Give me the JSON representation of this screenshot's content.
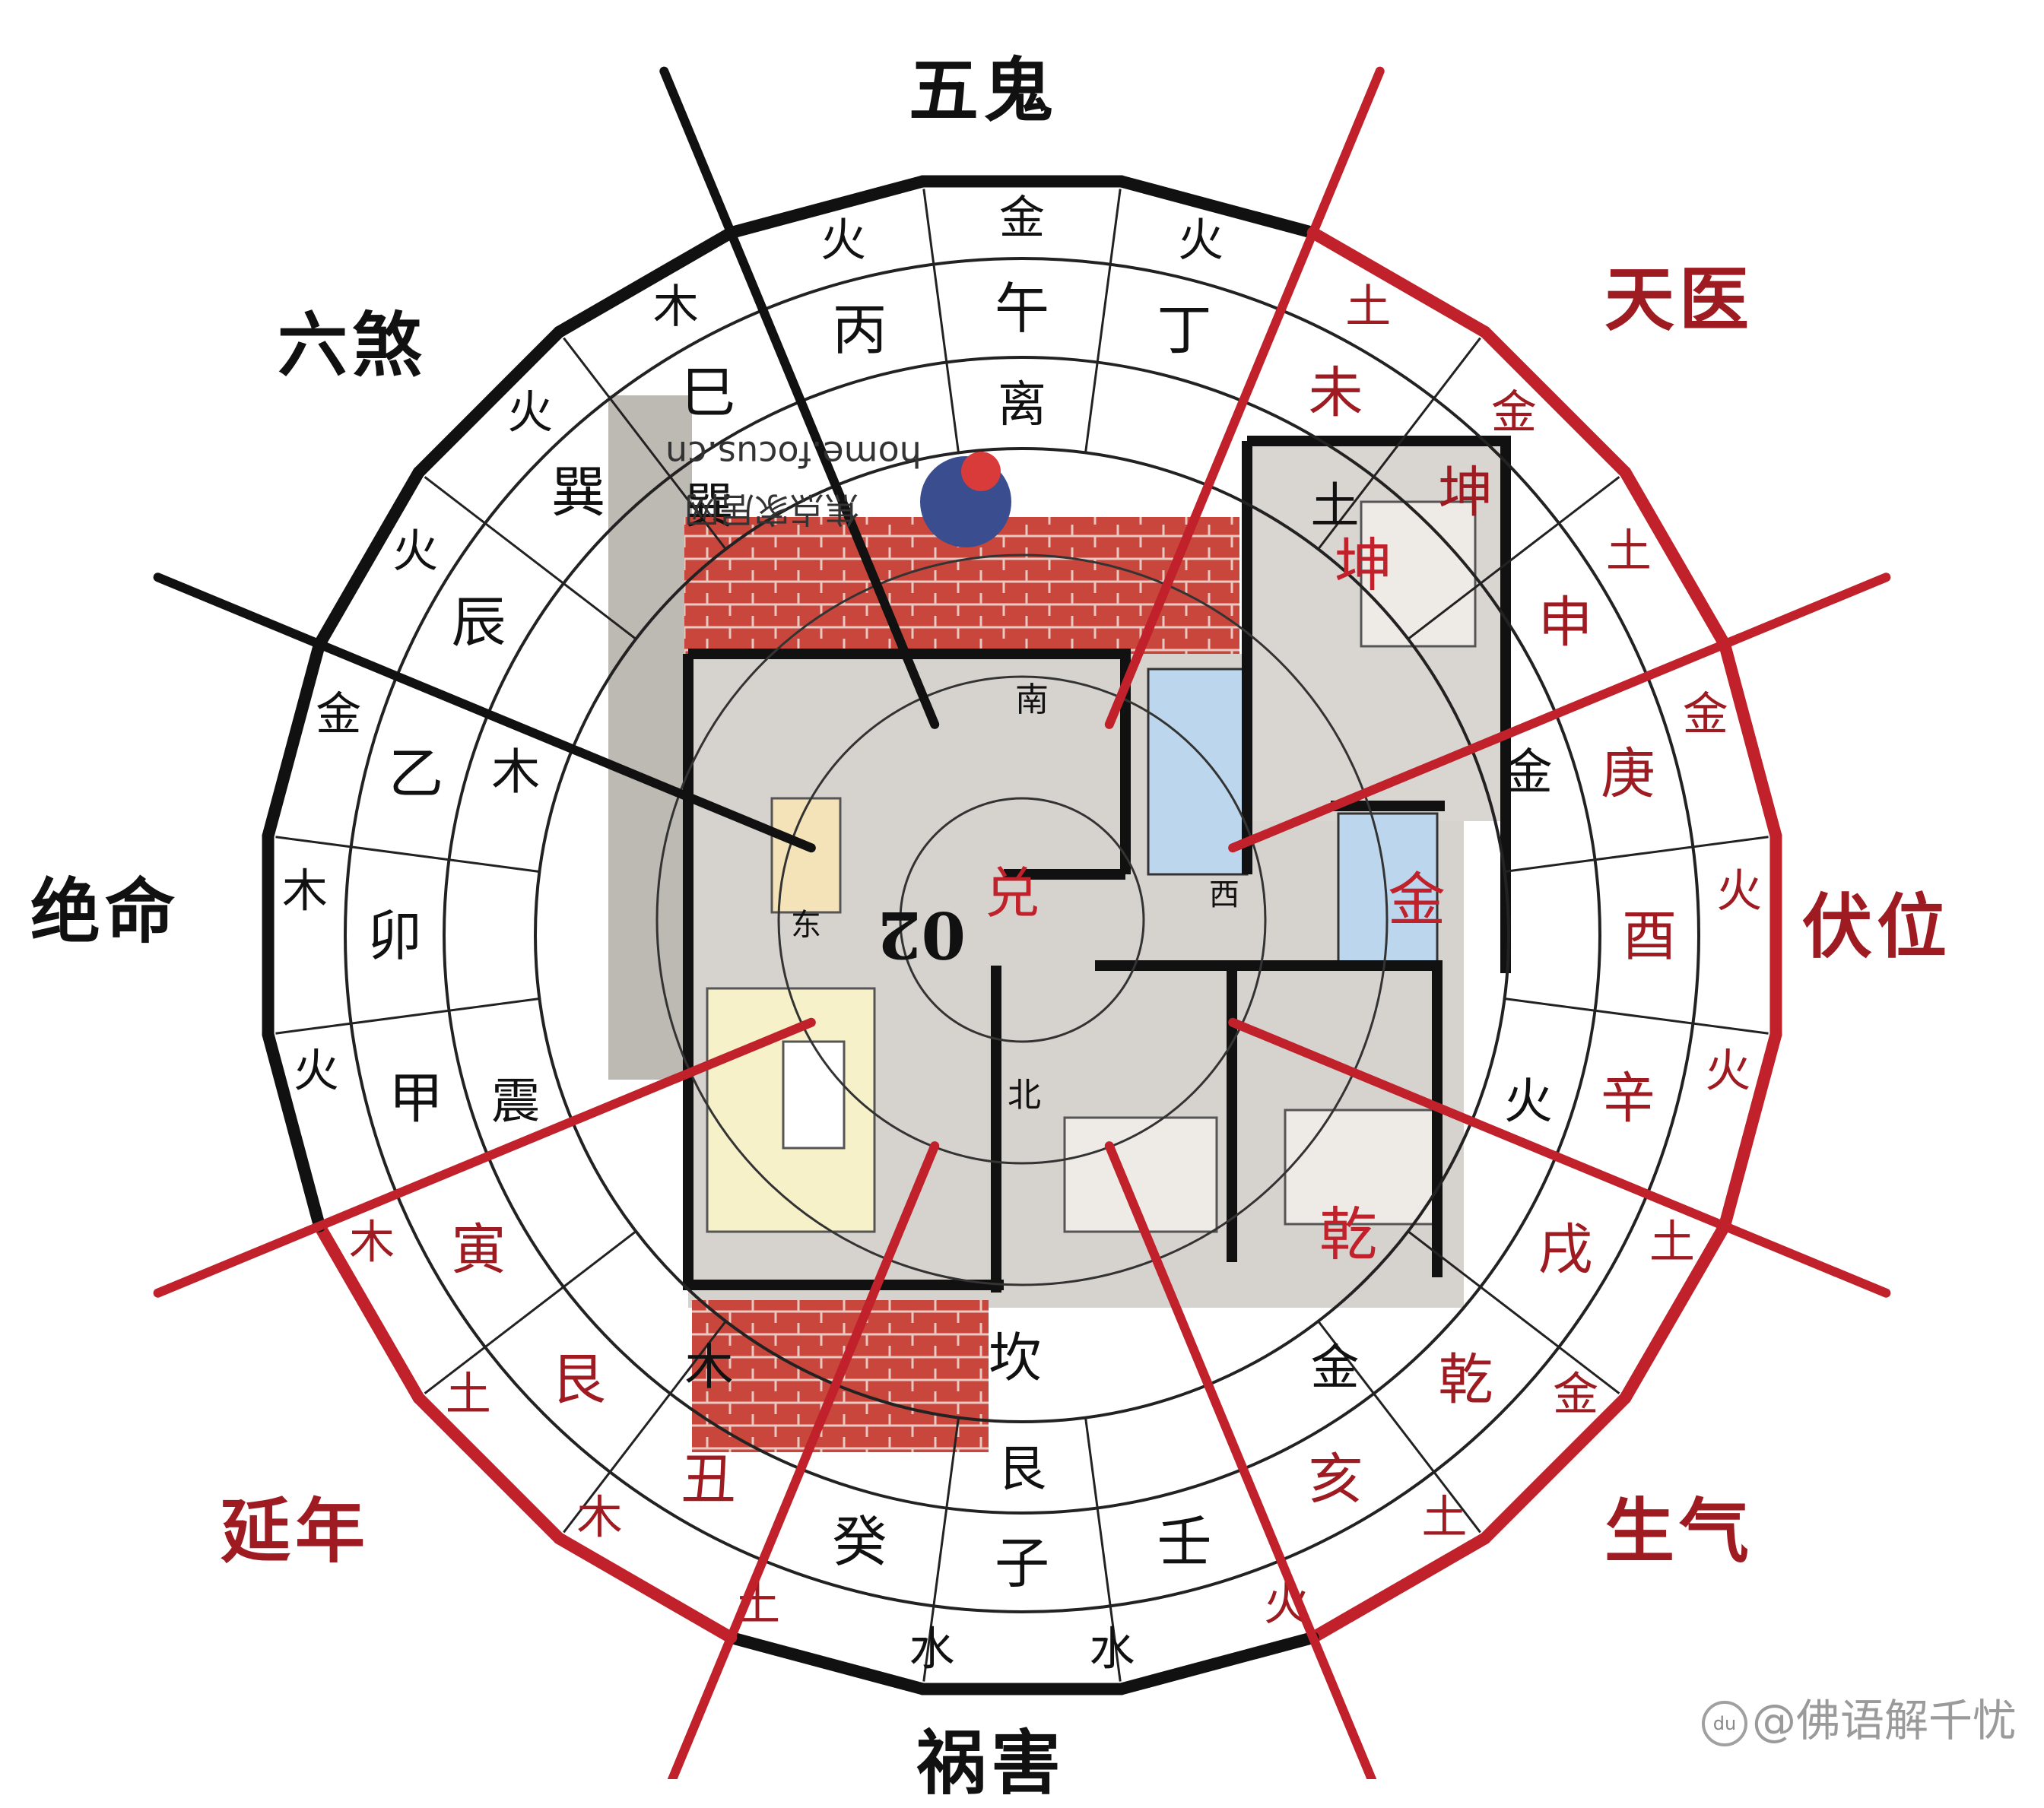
{
  "colors": {
    "good_red": "#c0212b",
    "bad_black": "#111111",
    "brick": "#c8463b",
    "floor": "#d6d3cf"
  },
  "outer_labels": [
    {
      "id": "wugui",
      "text": "五鬼",
      "tone": "black"
    },
    {
      "id": "tianyi",
      "text": "天医",
      "tone": "red"
    },
    {
      "id": "fuwei",
      "text": "伏位",
      "tone": "red"
    },
    {
      "id": "shengqi",
      "text": "生气",
      "tone": "red"
    },
    {
      "id": "huohai",
      "text": "祸害",
      "tone": "black"
    },
    {
      "id": "yannian",
      "text": "延年",
      "tone": "red"
    },
    {
      "id": "jueming",
      "text": "绝命",
      "tone": "black"
    },
    {
      "id": "liusha",
      "text": "六煞",
      "tone": "black"
    }
  ],
  "outer_ring": [
    "金",
    "火",
    "土",
    "金",
    "土",
    "金",
    "火",
    "火",
    "土",
    "金",
    "土",
    "火",
    "水",
    "水",
    "土",
    "木",
    "土",
    "木",
    "火",
    "木",
    "金",
    "火",
    "火",
    "木",
    "火"
  ],
  "middle_ring": [
    "丙",
    "午",
    "丁",
    "未",
    "坤",
    "申",
    "庚",
    "酉",
    "辛",
    "戌",
    "乾",
    "亥",
    "壬",
    "子",
    "癸",
    "丑",
    "艮",
    "寅",
    "甲",
    "卯",
    "乙",
    "辰",
    "巽",
    "巳"
  ],
  "inner_ring": [
    "离",
    "土",
    "金",
    "火",
    "金",
    "艮",
    "木",
    "震",
    "木",
    "巽"
  ],
  "plan_labels": {
    "south": "南",
    "north": "北",
    "east": "东",
    "west": "西",
    "dui": "兑",
    "number": "02",
    "kun": "坤",
    "qian": "乾",
    "jin": "金",
    "kan": "坎"
  },
  "plan_watermark": "home.focus.cn",
  "plan_watermark_brand": "焦点家居网",
  "watermark": "@佛语解千忧",
  "watermark_icon": "du"
}
